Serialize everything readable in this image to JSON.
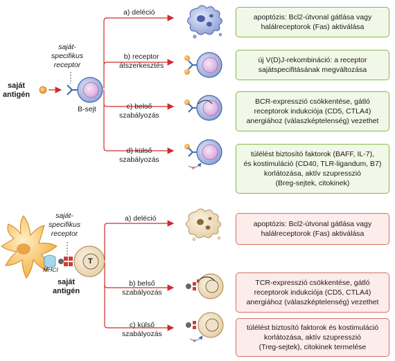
{
  "colors": {
    "arrow": "#d22a2a",
    "green_border": "#86b54a",
    "green_fill": "#f2f8e8",
    "red_border": "#d76f66",
    "red_fill": "#fcecea",
    "b_cell": "#9aa9dc",
    "b_nucleus": "#e4bfe8",
    "t_cell": "#eedcbc",
    "antigen": "#f0a030",
    "receptor": "#3f6fb0",
    "tcr": "#c9413c",
    "dendritic": "#f5b042"
  },
  "b_section": {
    "antigen_label": "saját\nantigén",
    "receptor_label": "saját-\nspecifikus\nreceptor",
    "cell_label": "B-sejt",
    "branches": [
      {
        "label": "a) deléció",
        "box": "apoptózis: Bcl2-útvonal gátlása vagy\nhalálreceptorok (Fas) aktiválása"
      },
      {
        "label": "b) receptor\nátszerkesztés",
        "box": "új V(D)J-rekombináció: a receptor\nsajátspecifitásának megváltozása"
      },
      {
        "label": "c) belső\nszabályozás",
        "box": "BCR-expresszió csökkentése, gátló\nreceptorok indukciója (CD5, CTLA4)\nanergiához (válaszképtelenség) vezethet"
      },
      {
        "label": "d) külső\nszabályozás",
        "box": "túlélést biztosító faktorok (BAFF, IL-7),\nés kostimuláció (CD40, TLR-ligandum, B7)\nkorlátozása, aktív szupresszió\n(Breg-sejtek, citokinek)"
      }
    ]
  },
  "t_section": {
    "receptor_label": "saját-\nspecifikus\nreceptor",
    "mhc_label": "MHCI",
    "t_label": "T",
    "antigen_label": "saját\nantigén",
    "branches": [
      {
        "label": "a) deléció",
        "box": "apoptózis: Bcl2-útvonal gátlása vagy\nhalálreceptorok (Fas) aktiválása"
      },
      {
        "label": "b) belső\nszabályozás",
        "box": "TCR-expresszió csökkentése, gátló\nreceptorok indukciója (CD5, CTLA4)\nanergiához (válaszképtelenség) vezethet"
      },
      {
        "label": "c) külső\nszabályozás",
        "box": "túlélést biztosító faktorok és kostimuláció\nkorlátozása, aktív szupresszió\n(Treg-sejtek), citokinek termelése"
      }
    ]
  }
}
